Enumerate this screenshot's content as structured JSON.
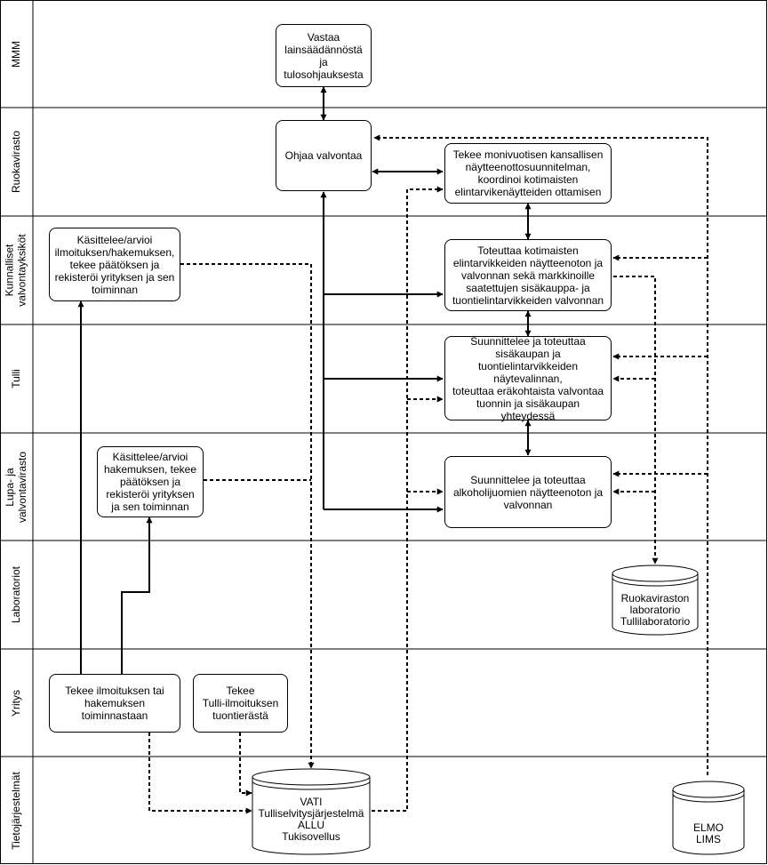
{
  "lanes": [
    {
      "id": "mmm",
      "label": "MMM"
    },
    {
      "id": "ruokavirasto",
      "label": "Ruokavirasto"
    },
    {
      "id": "kunnalliset",
      "label": "Kunnalliset\nvalvontayksiköt"
    },
    {
      "id": "tulli",
      "label": "Tulli"
    },
    {
      "id": "lupa",
      "label": "Lupa- ja\nvalvontavirasto"
    },
    {
      "id": "laboratoriot",
      "label": "Laboratoriot"
    },
    {
      "id": "yritys",
      "label": "Yritys"
    },
    {
      "id": "tietojarjestelmat",
      "label": "Tietojärjestelmät"
    }
  ],
  "boxes": {
    "mmm": "Vastaa\nlainsäädännöstä\nja\ntulosohjauksesta",
    "ohjaa": "Ohjaa valvontaa",
    "suunnitelma": "Tekee monivuotisen kansallisen\nnäytteenottosuunnitelman,\nkoordinoi kotimaisten\nelintarvikenäytteiden ottamisen",
    "kunta_kasittelee": "Käsittelee/arvioi\nilmoituksen/hakemuksen,\ntekee päätöksen ja\nrekisteröi yrityksen ja sen\ntoiminnan",
    "kunta_toteuttaa": "Toteuttaa kotimaisten\nelintarvikkeiden näytteenoton ja\nvalvonnan sekä markkinoille\nsaatettujen sisäkauppa- ja\ntuontielintarvikkeiden valvonnan",
    "tulli": "Suunnittelee ja toteuttaa\nsisäkaupan ja\ntuontielintarvikkeiden\nnäytevalinnan,\ntoteuttaa eräkohtaista valvontaa\ntuonnin ja sisäkaupan\nyhteydessä",
    "lupa_kasittelee": "Käsittelee/arvioi\nhakemuksen, tekee\npäätöksen ja\nrekisteröi yrityksen\nja sen toiminnan",
    "lupa_alkoholi": "Suunnittelee ja toteuttaa\nalkoholijuomien näytteenoton ja\nvalvonnan",
    "yritys_ilmoitus": "Tekee ilmoituksen tai\nhakemuksen\ntoiminnastaan",
    "yritys_tulli": "Tekee\nTulli-ilmoituksen\ntuontierästä"
  },
  "databases": {
    "laboratorio": "Ruokaviraston\nlaboratorio\nTullilaboratorio",
    "vati": "VATI\nTulliselvitysjärjestelmä\nALLU\nTukisovellus",
    "elmo": "ELMO\nLIMS"
  }
}
